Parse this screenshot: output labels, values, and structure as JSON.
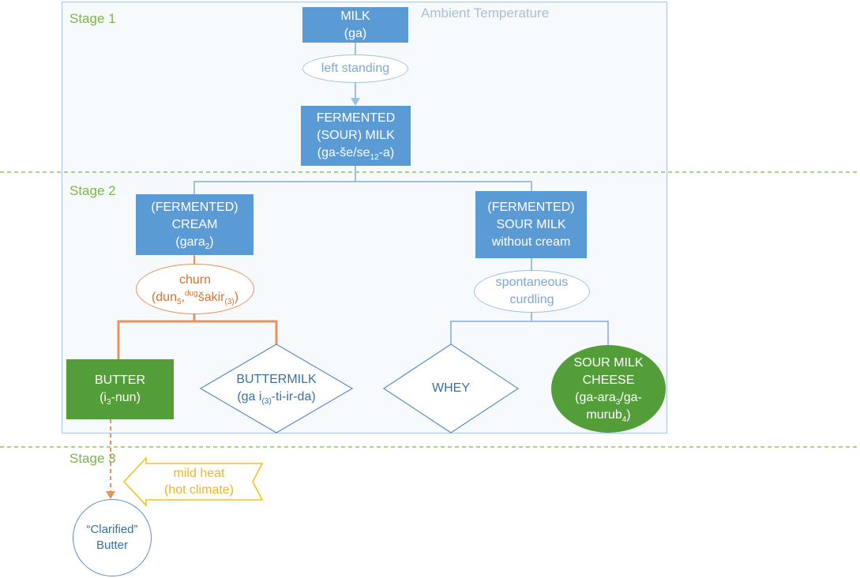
{
  "stages": {
    "stage1": "Stage 1",
    "stage2": "Stage 2",
    "stage3": "Stage 3"
  },
  "ambient_label": "Ambient Temperature",
  "nodes": {
    "milk": {
      "line1": "MILK",
      "line2": "(ga)"
    },
    "left_standing": "left standing",
    "fermented_milk": {
      "line1": "FERMENTED",
      "line2": "(SOUR) MILK",
      "line3_pre": "(ga-še/se",
      "line3_sub": "12",
      "line3_post": "-a)"
    },
    "cream": {
      "line1": "(FERMENTED)",
      "line2": "CREAM",
      "line3_pre": "(gara",
      "line3_sub": "2",
      "line3_post": ")"
    },
    "sour_milk_without_cream": {
      "line1": "(FERMENTED)",
      "line2": "SOUR MILK",
      "line3": "without cream"
    },
    "churn": {
      "line1": "churn",
      "line2_pre": "(dun",
      "line2_sub": "5",
      "line2_mid": ",",
      "line2_sup": "dug",
      "line2_post": "šakir",
      "line2_sub2": "(3)",
      "line2_end": ")"
    },
    "spontaneous_curdling": {
      "line1": "spontaneous",
      "line2": "curdling"
    },
    "butter": {
      "line1": "BUTTER",
      "line2_pre": "(i",
      "line2_sub": "3",
      "line2_post": "-nun)"
    },
    "buttermilk": {
      "line1": "BUTTERMILK",
      "line2_pre": "(ga i",
      "line2_sub": "(3)",
      "line2_post": "-ti-ir-da)"
    },
    "whey": "WHEY",
    "sour_milk_cheese": {
      "line1": "SOUR MILK",
      "line2": "CHEESE",
      "line3_pre": "(ga-ara",
      "line3_sub": "3",
      "line3_post": "/ga-",
      "line4_pre": "murub",
      "line4_sub": "4",
      "line4_post": ")"
    },
    "mild_heat": {
      "line1": "mild heat",
      "line2": "(hot climate)"
    },
    "clarified_butter": {
      "line1": "“Clarified”",
      "line2": "Butter"
    }
  },
  "colors": {
    "blue_box": "#5b9bd5",
    "green_box": "#549e39",
    "orange": "#e8915a",
    "stage_green": "#7ab648",
    "arrow_yellow": "#f0c419"
  }
}
